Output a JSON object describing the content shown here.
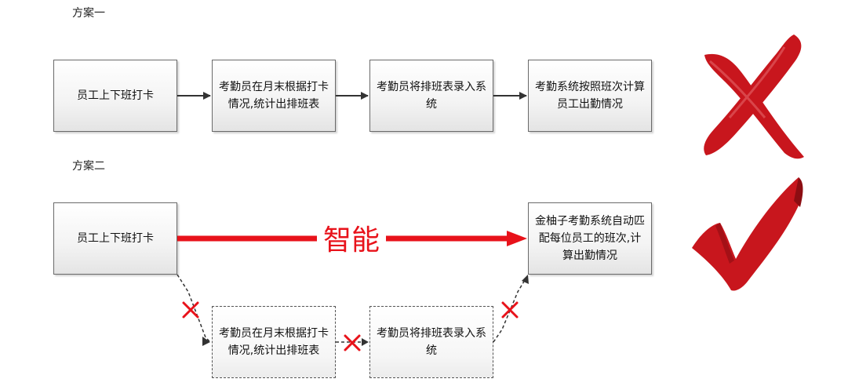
{
  "plan1": {
    "title": "方案一",
    "steps": [
      "员工上下班打卡",
      "考勤员在月末根据打卡情况,统计出排班表",
      "考勤员将排班表录入系统",
      "考勤系统按照班次计算员工出勤情况"
    ]
  },
  "plan2": {
    "title": "方案二",
    "start": "员工上下班打卡",
    "smart_label": "智能",
    "end": "金柚子考勤系统自动匹配每位员工的班次,计算出勤情况",
    "old_steps": [
      "考勤员在月末根据打卡情况,统计出排班表",
      "考勤员将排班表录入系统"
    ]
  },
  "verdicts": {
    "plan1": "cross-mark-icon",
    "plan2": "check-mark-icon"
  },
  "colors": {
    "accent": "#e8121a",
    "arrow": "#333333"
  }
}
